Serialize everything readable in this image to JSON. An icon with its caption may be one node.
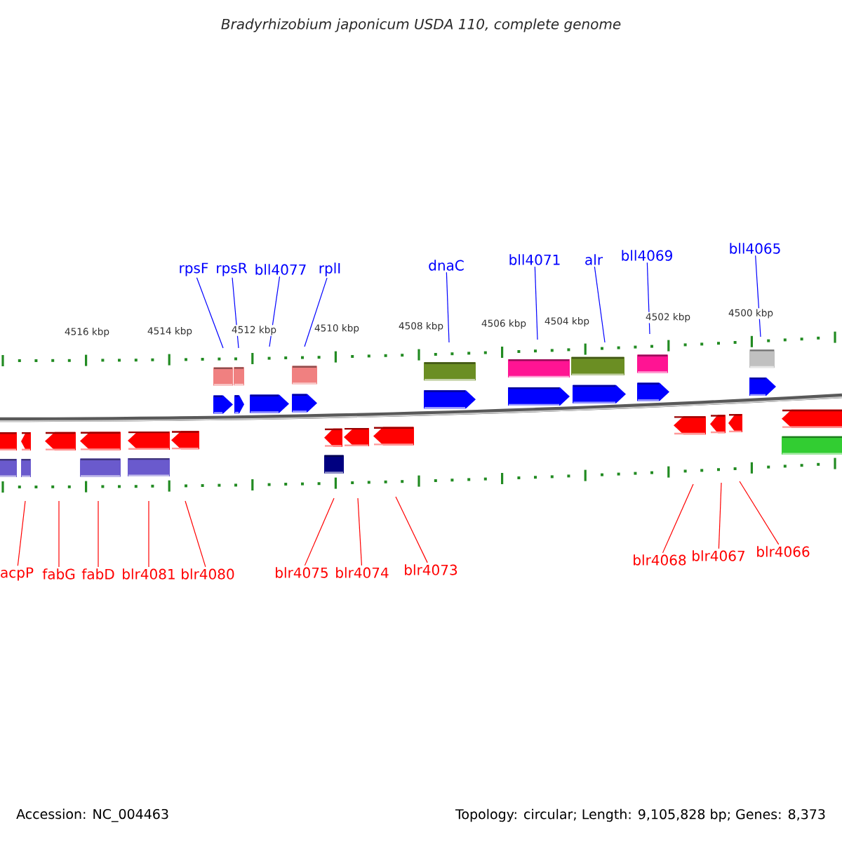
{
  "diagram": {
    "title": "Bradyrhizobium japonicum USDA 110, complete genome",
    "nodes": [
      {
        "text": [
          "rpsF"
        ]
      },
      {
        "text": [
          "rpsR"
        ]
      },
      {
        "text": [
          "bll4077"
        ]
      },
      {
        "text": [
          "rplI"
        ]
      },
      {
        "text": [
          "dnaC"
        ]
      },
      {
        "text": [
          "bll4071"
        ]
      },
      {
        "text": [
          "alr"
        ]
      },
      {
        "text": [
          "bll4069"
        ]
      },
      {
        "text": [
          "bll4065"
        ]
      },
      {
        "text": [
          "acpP"
        ]
      },
      {
        "text": [
          "fabG"
        ]
      },
      {
        "text": [
          "fabD"
        ]
      },
      {
        "text": [
          "blr4081"
        ]
      },
      {
        "text": [
          "blr4080"
        ]
      },
      {
        "text": [
          "blr4075"
        ]
      },
      {
        "text": [
          "blr4074"
        ]
      },
      {
        "text": [
          "blr4073"
        ]
      },
      {
        "text": [
          "blr4068"
        ]
      },
      {
        "text": [
          "blr4067"
        ]
      },
      {
        "text": [
          "blr4066"
        ]
      }
    ],
    "edges": [
      {
        "from": 0,
        "to": null,
        "arrow": "none",
        "color": "#0000ff"
      },
      {
        "from": 1,
        "to": null,
        "arrow": "none",
        "color": "#0000ff"
      },
      {
        "from": 2,
        "to": null,
        "arrow": "none",
        "color": "#0000ff"
      },
      {
        "from": 3,
        "to": null,
        "arrow": "none",
        "color": "#0000ff"
      },
      {
        "from": 4,
        "to": null,
        "arrow": "none",
        "color": "#0000ff"
      },
      {
        "from": 5,
        "to": null,
        "arrow": "none",
        "color": "#0000ff"
      },
      {
        "from": 6,
        "to": null,
        "arrow": "none",
        "color": "#0000ff"
      },
      {
        "from": 7,
        "to": null,
        "arrow": "none",
        "color": "#0000ff"
      },
      {
        "from": 8,
        "to": null,
        "arrow": "none",
        "color": "#0000ff"
      },
      {
        "from": 9,
        "to": null,
        "arrow": "none"
      },
      {
        "from": 10,
        "to": null,
        "arrow": "none"
      },
      {
        "from": 11,
        "to": null,
        "arrow": "none"
      },
      {
        "from": 12,
        "to": null,
        "arrow": "none"
      },
      {
        "from": 13,
        "to": null,
        "arrow": "none"
      },
      {
        "from": 14,
        "to": null,
        "arrow": "none"
      },
      {
        "from": 15,
        "to": null,
        "arrow": "none"
      },
      {
        "from": 16,
        "to": null,
        "arrow": "none"
      },
      {
        "from": 17,
        "to": null,
        "arrow": "none"
      },
      {
        "from": 18,
        "to": null,
        "arrow": "none"
      },
      {
        "from": 19,
        "to": null,
        "arrow": "none"
      }
    ],
    "labels": [
      "4516 kbp",
      "4514 kbp",
      "4512 kbp",
      "4510 kbp",
      "4508 kbp",
      "4506 kbp",
      "4504 kbp",
      "4502 kbp",
      "4500 kbp",
      "Accession: NC_004463",
      "Topology: circular; Length: 9,105,828 bp; Genes: 8,373"
    ]
  }
}
